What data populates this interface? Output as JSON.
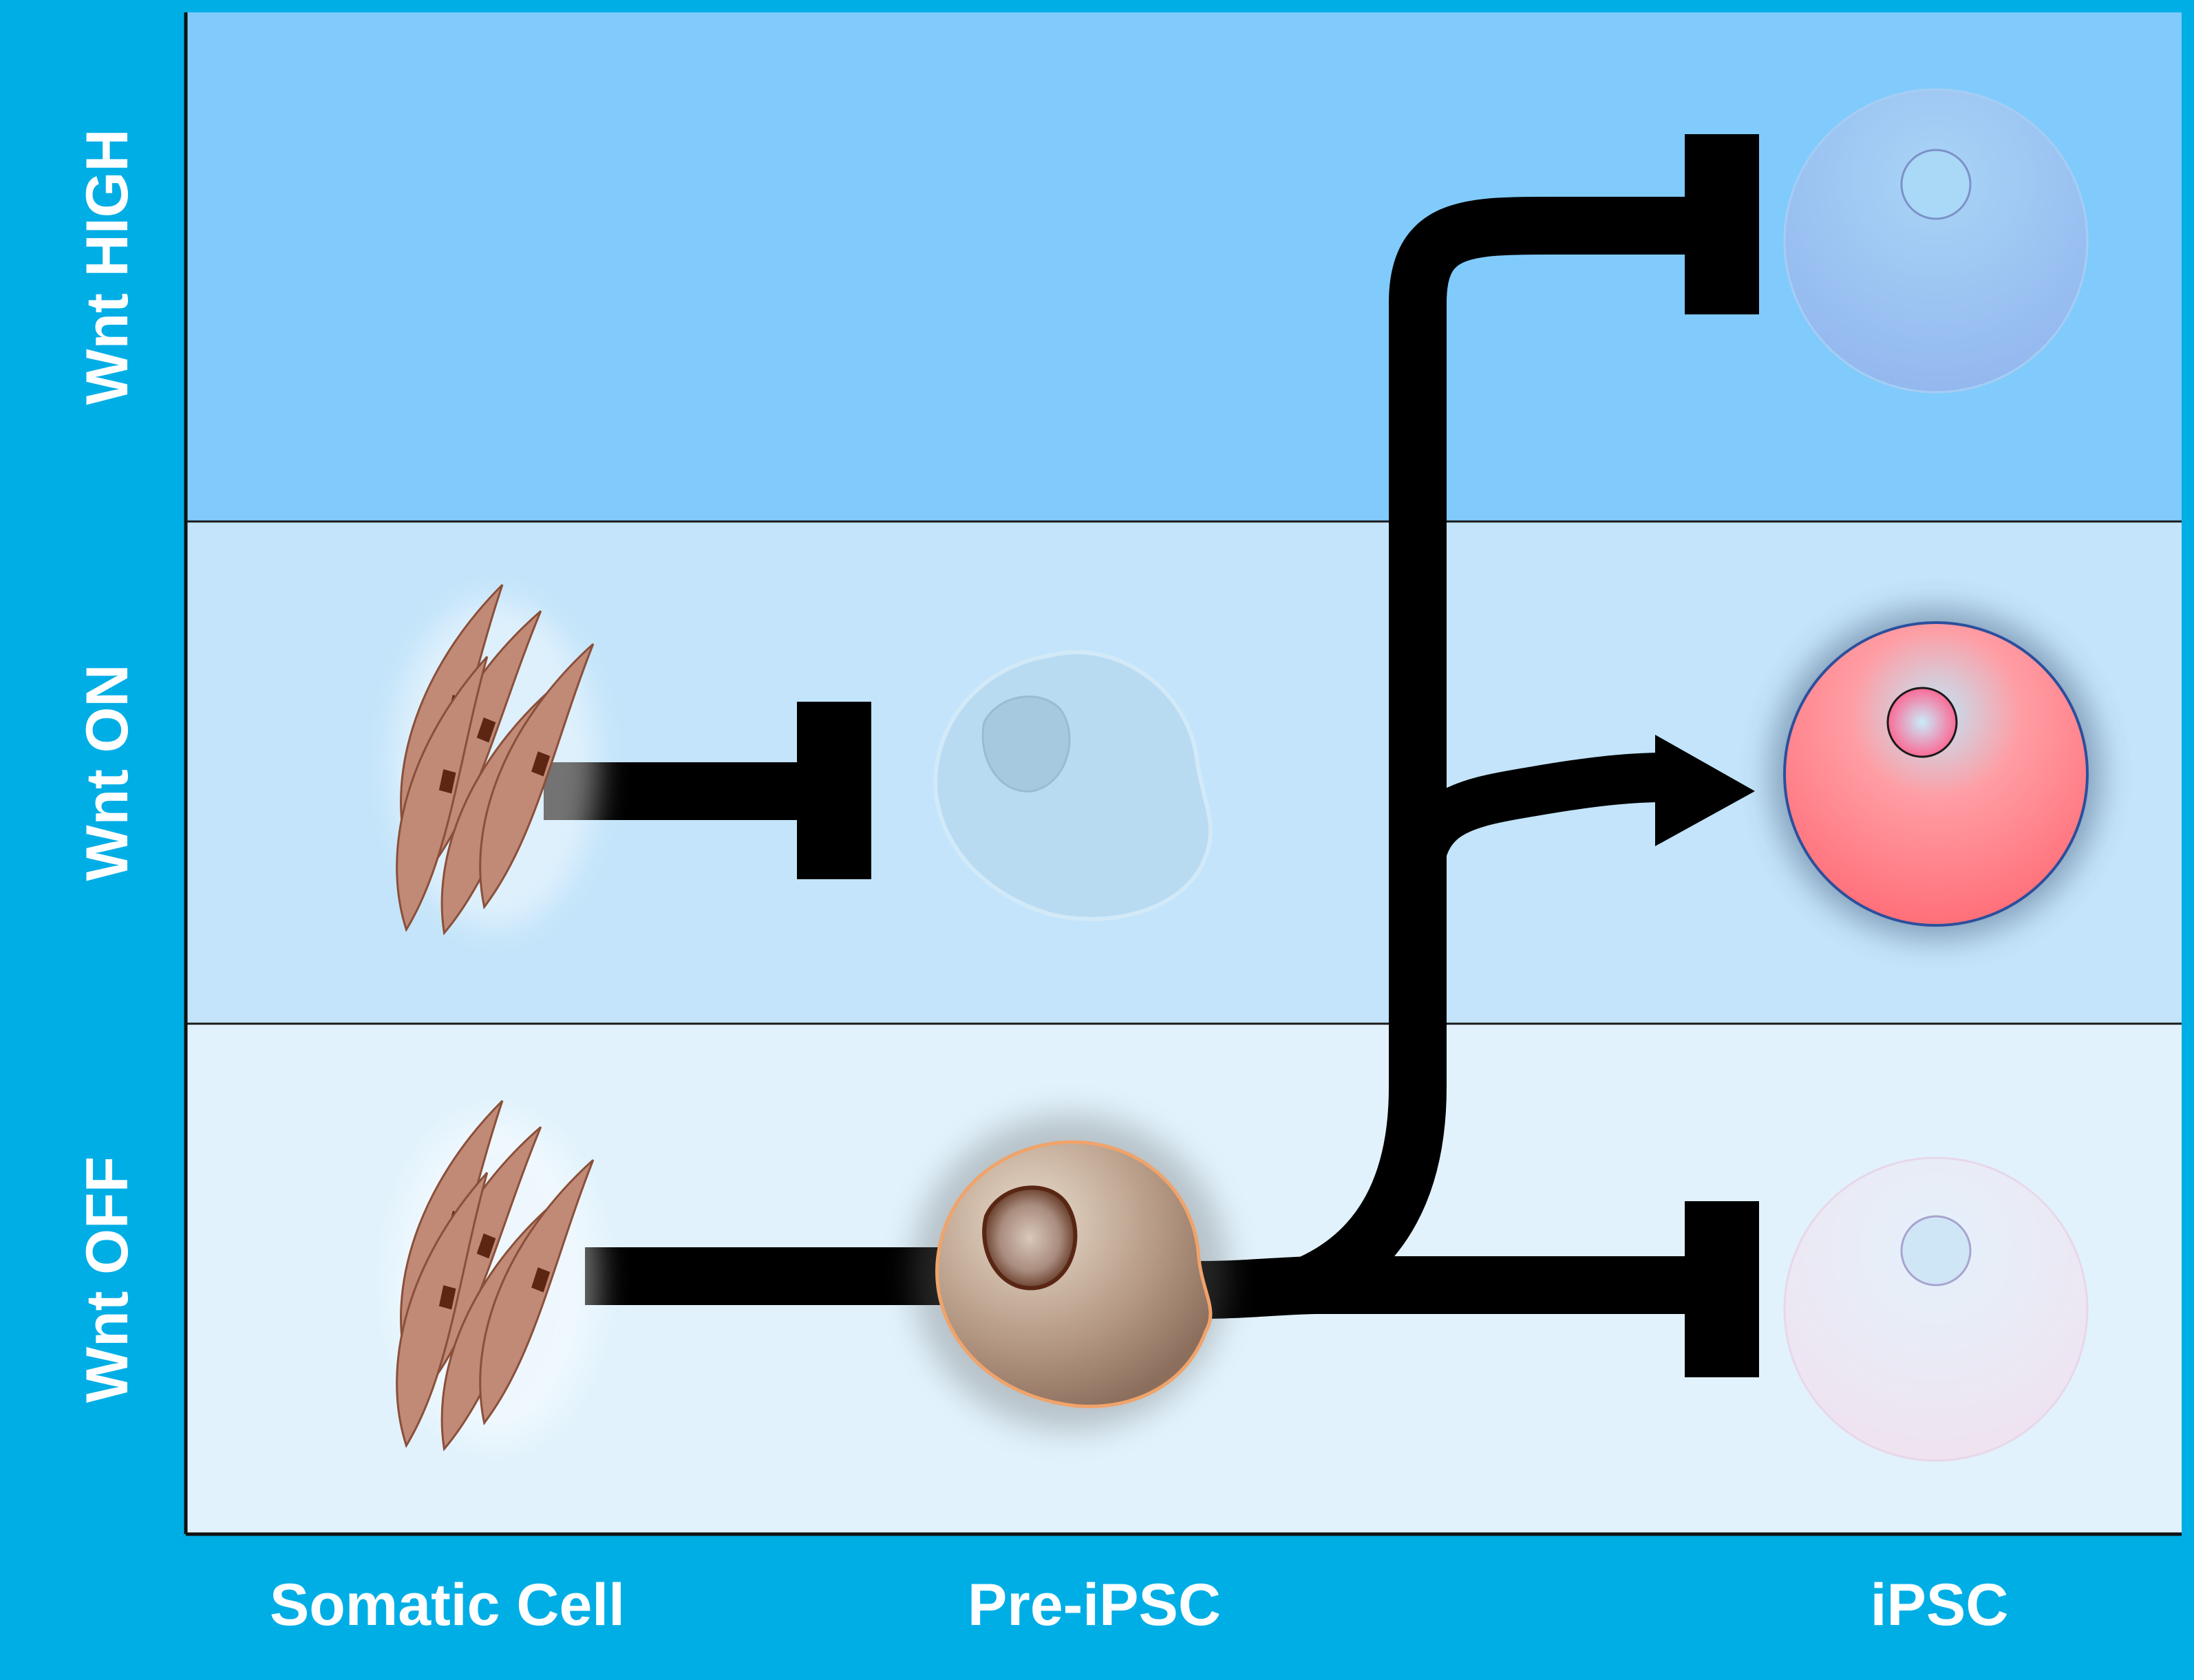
{
  "rows": [
    {
      "label": "Wnt HIGH",
      "color": "#81cbfc"
    },
    {
      "label": "Wnt ON",
      "color": "#c3e4fa"
    },
    {
      "label": "Wnt OFF",
      "color": "#e1f2fc"
    }
  ],
  "columns": [
    {
      "label": "Somatic Cell"
    },
    {
      "label": "Pre-iPSC"
    },
    {
      "label": "iPSC"
    }
  ],
  "colors": {
    "frame": "#00aee6",
    "pathway": "#000000",
    "fibroblast": "#c08a76",
    "pre_ipsc": "#a88c78",
    "ipsc_active": "#ff7b83",
    "ipsc_faded_high": "#97bdf1",
    "ipsc_faded_off": "#ede5f2"
  },
  "pathway_outcomes": {
    "somatic_cell_wnt_on": "inhibited",
    "somatic_cell_wnt_off": "proceeds to pre-iPSC",
    "pre_ipsc_wnt_high": "inhibited",
    "pre_ipsc_wnt_on": "promoted to iPSC",
    "pre_ipsc_wnt_off": "inhibited"
  }
}
